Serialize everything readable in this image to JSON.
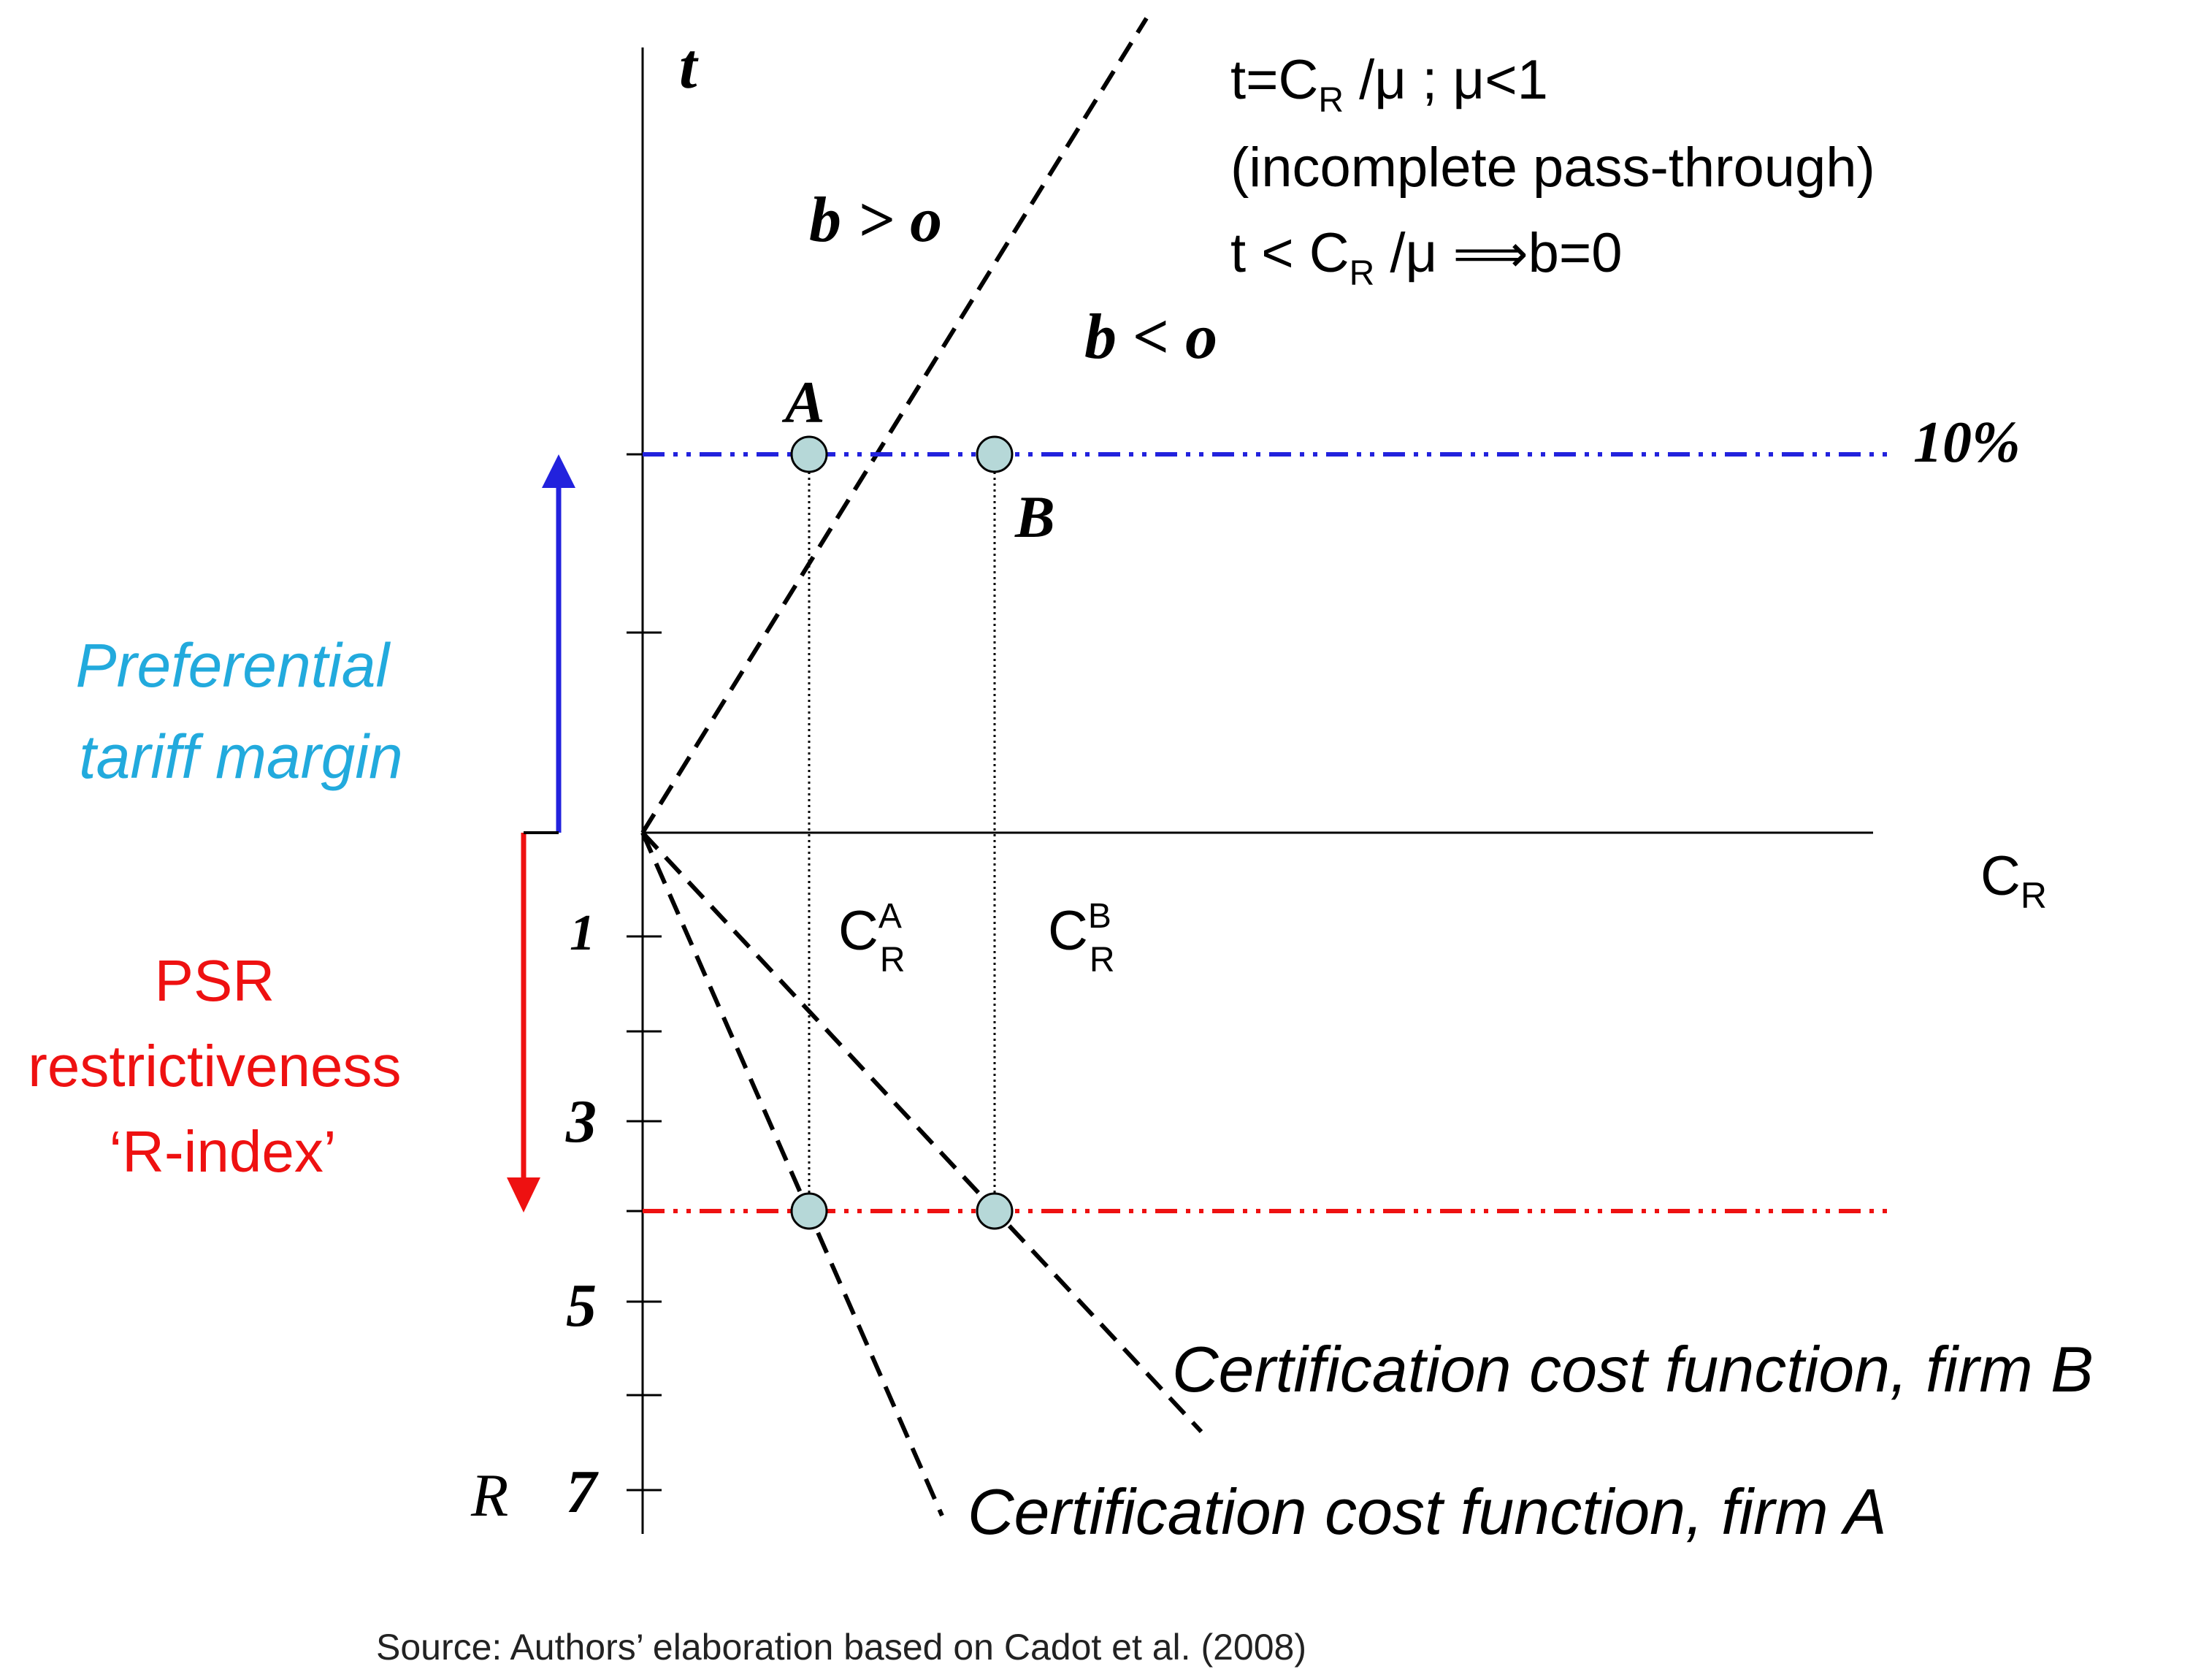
{
  "axes": {
    "t_label": "t",
    "cr_label": {
      "main": "C",
      "sub": "R"
    },
    "r_label": "R",
    "r_ticks": [
      "1",
      "3",
      "5",
      "7"
    ]
  },
  "formula": {
    "line1": {
      "a": "t=C",
      "sub": "R",
      "b": " /μ  ; μ<1"
    },
    "line2": "(incomplete pass-through)",
    "line3": {
      "a": "t < C",
      "sub": "R",
      "b": " /μ ",
      "arrow": "⟹",
      "c": "b=0"
    }
  },
  "regions": {
    "b_pos": "b > o",
    "b_neg": "b < o"
  },
  "points": {
    "a": "A",
    "b": "B"
  },
  "tariff_level": "10%",
  "cost_labels": {
    "a": {
      "main": "C",
      "sup": "A",
      "sub": "R"
    },
    "b": {
      "main": "C",
      "sup": "B",
      "sub": "R"
    }
  },
  "margin_label": [
    "Preferential",
    "tariff margin"
  ],
  "psr_label": [
    "PSR",
    "restrictiveness",
    "‘R-index’"
  ],
  "curves": {
    "firm_b": "Certification cost function, firm B",
    "firm_a": "Certification cost function, firm A"
  },
  "source": "Source: Authors’ elaboration based on Cadot et al. (2008)",
  "colors": {
    "blue_line": "#2222dd",
    "red_line": "#ee1111",
    "cyan_text": "#22aadd",
    "red_text": "#ee1111",
    "point_fill": "#b6d8d8"
  }
}
